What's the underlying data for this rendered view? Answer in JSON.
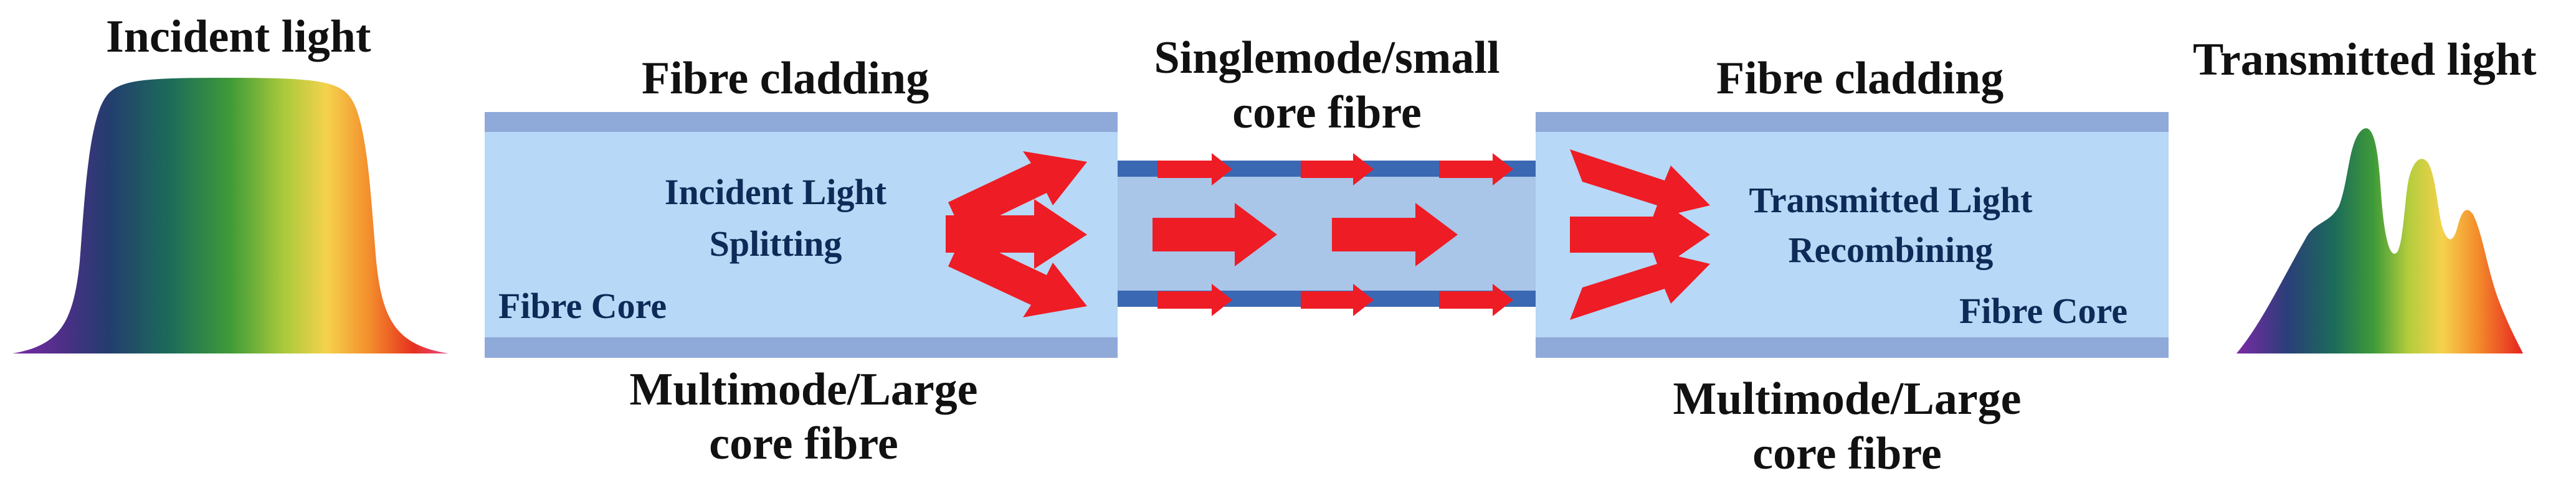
{
  "labels": {
    "incident_light": "Incident light",
    "transmitted_light": "Transmitted light",
    "cladding_left": "Fibre cladding",
    "cladding_right": "Fibre cladding",
    "singlemode_line1": "Singlemode/small",
    "singlemode_line2": "core fibre",
    "multimode_left_line1": "Multimode/Large",
    "multimode_left_line2": "core fibre",
    "multimode_right_line1": "Multimode/Large",
    "multimode_right_line2": "core fibre",
    "splitting_line1": "Incident Light",
    "splitting_line2": "Splitting",
    "recombining_line1": "Transmitted Light",
    "recombining_line2": "Recombining",
    "core_left": "Fibre Core",
    "core_right": "Fibre Core"
  },
  "colors": {
    "cladding": "#8fa9d9",
    "core": "#b7d8f6",
    "small_core": "#a9c5e8",
    "small_core_edge": "#3b68b3",
    "arrow": "#ee1c25",
    "label_text": "#111111",
    "inner_label_text": "#0e2a57"
  },
  "spectrum_colors": [
    "#6a2ea0",
    "#2c3f7a",
    "#1f6f5d",
    "#3e9a3a",
    "#a8c93a",
    "#f4d04a",
    "#f39b2f",
    "#e8321f",
    "#e83a7a"
  ]
}
